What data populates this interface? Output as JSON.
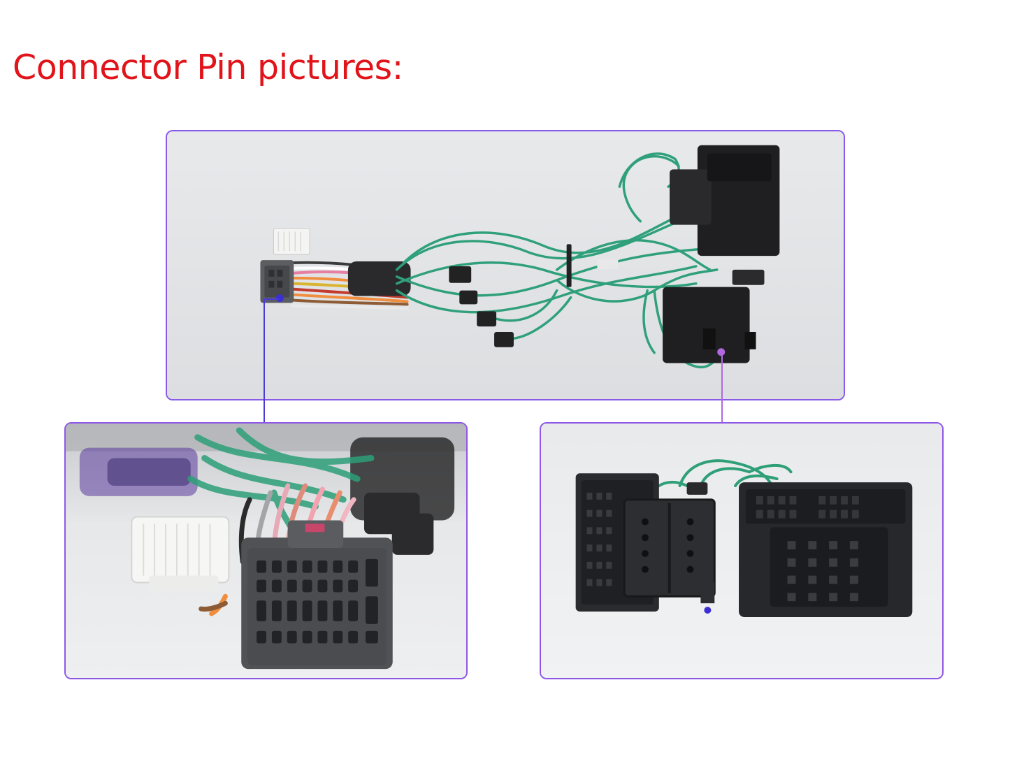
{
  "page": {
    "title": "Connector Pin pictures:"
  },
  "colors": {
    "title": "#e0141a",
    "frame_border": "#8a5ae8",
    "callout_left": "#4a3ad8",
    "callout_right": "#b06adf",
    "wire_green": "#2fa07a",
    "connector_black": "#1f1f21",
    "connector_grey": "#5b5d61",
    "connector_white": "#f4f4f2"
  },
  "images": [
    {
      "name": "harness-overview-photo",
      "depicts": "wiring harness with connectors"
    },
    {
      "name": "connector-closeup-left-photo",
      "depicts": "grey multi-pin connector close-up"
    },
    {
      "name": "connector-closeup-right-photo",
      "depicts": "black quadlock connectors close-up"
    }
  ]
}
